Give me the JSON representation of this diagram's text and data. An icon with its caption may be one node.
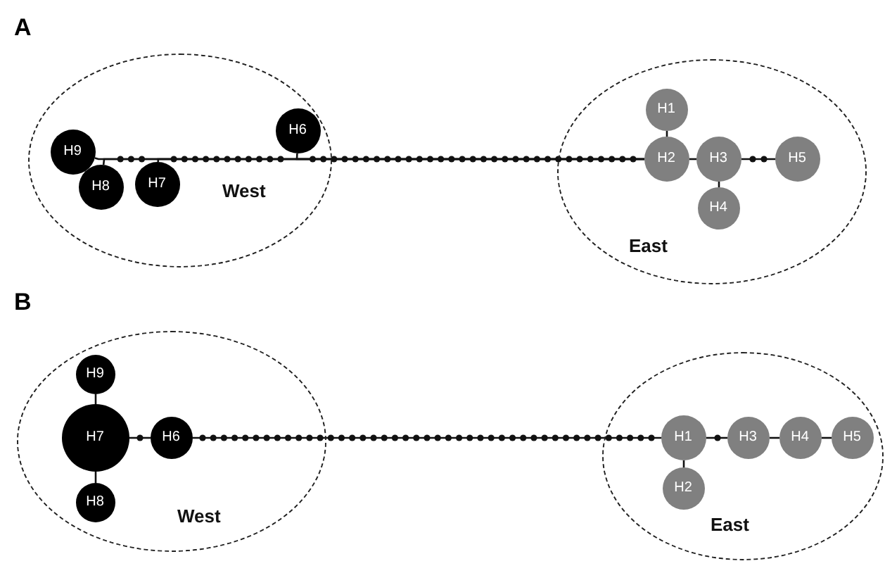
{
  "diagram": {
    "nodes": [
      {
        "text": [
          "West"
        ]
      },
      {
        "text": [
          "H9"
        ],
        "in": 0
      },
      {
        "text": [
          "H8"
        ],
        "in": 0
      },
      {
        "text": [
          "H7"
        ],
        "in": 0
      },
      {
        "text": [
          "H6"
        ],
        "in": 0
      },
      {
        "text": [
          "East"
        ]
      },
      {
        "text": [
          "H1"
        ],
        "in": 5
      },
      {
        "text": [
          "H2"
        ],
        "in": 5
      },
      {
        "text": [
          "H3"
        ],
        "in": 5
      },
      {
        "text": [
          "H4"
        ],
        "in": 5
      },
      {
        "text": [
          "H5"
        ],
        "in": 5
      },
      {
        "text": [
          "West"
        ]
      },
      {
        "text": [
          "H9"
        ],
        "in": 11
      },
      {
        "text": [
          "H7"
        ],
        "in": 11
      },
      {
        "text": [
          "H8"
        ],
        "in": 11
      },
      {
        "text": [
          "H6"
        ],
        "in": 11
      },
      {
        "text": [
          "East"
        ]
      },
      {
        "text": [
          "H1"
        ],
        "in": 16
      },
      {
        "text": [
          "H2"
        ],
        "in": 16
      },
      {
        "text": [
          "H3"
        ],
        "in": 16
      },
      {
        "text": [
          "H4"
        ],
        "in": 16
      },
      {
        "text": [
          "H5"
        ],
        "in": 16
      }
    ],
    "edges": [
      {
        "from": 1,
        "to": 7,
        "arrow": "none"
      },
      {
        "from": 2,
        "to": 7,
        "arrow": "none"
      },
      {
        "from": 3,
        "to": 7,
        "arrow": "none"
      },
      {
        "from": 4,
        "to": 7,
        "arrow": "none"
      },
      {
        "from": 6,
        "to": 7,
        "arrow": "none"
      },
      {
        "from": 7,
        "to": 8,
        "arrow": "none"
      },
      {
        "from": 8,
        "to": 9,
        "arrow": "none"
      },
      {
        "from": 8,
        "to": 10,
        "arrow": "none"
      },
      {
        "from": 12,
        "to": 13,
        "arrow": "none"
      },
      {
        "from": 13,
        "to": 14,
        "arrow": "none"
      },
      {
        "from": 13,
        "to": 15,
        "arrow": "none"
      },
      {
        "from": 15,
        "to": 17,
        "arrow": "none"
      },
      {
        "from": 17,
        "to": 18,
        "arrow": "none"
      },
      {
        "from": 17,
        "to": 19,
        "arrow": "none"
      },
      {
        "from": 19,
        "to": 20,
        "arrow": "none"
      },
      {
        "from": 20,
        "to": 21,
        "arrow": "none"
      }
    ],
    "labels": [
      "A",
      "B"
    ]
  }
}
